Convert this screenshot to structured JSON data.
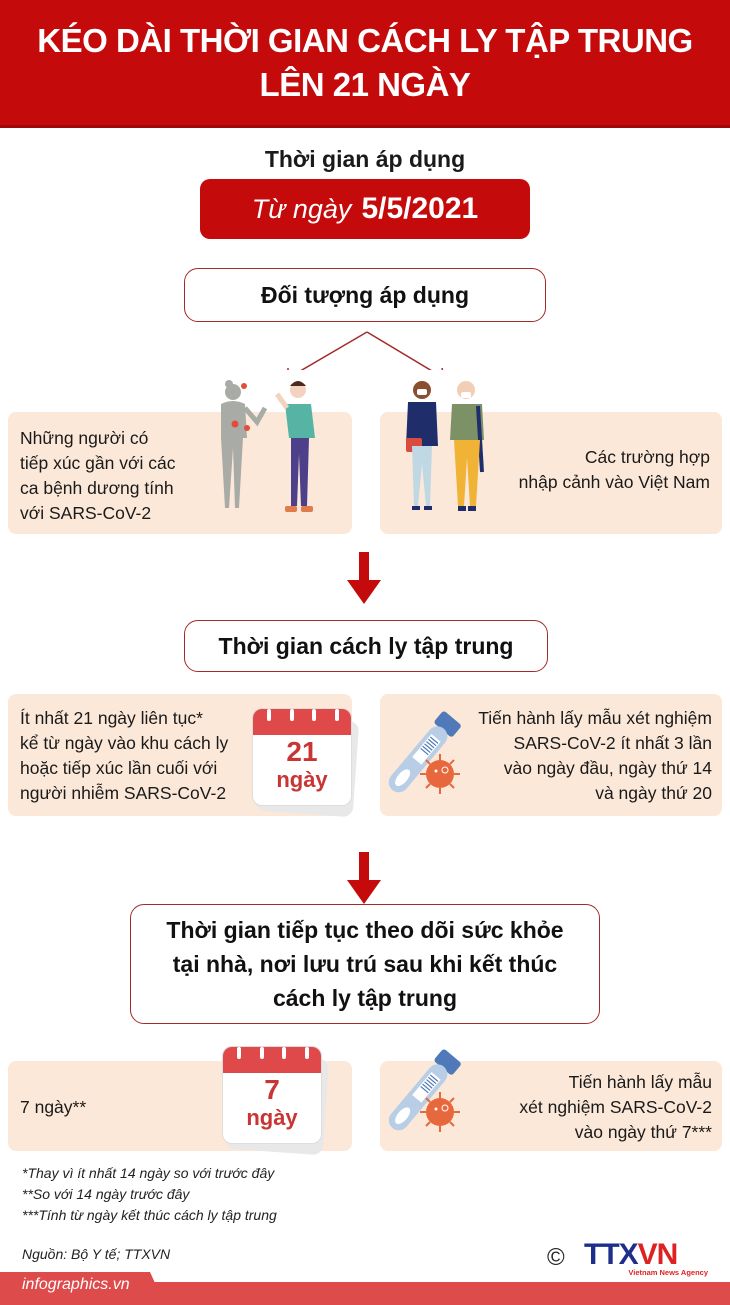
{
  "header": {
    "title_line1": "KÉO DÀI THỜI GIAN CÁCH LY TẬP TRUNG",
    "title_line2": "LÊN 21 NGÀY"
  },
  "application": {
    "label": "Thời gian áp dụng",
    "from_text": "Từ ngày",
    "date": "5/5/2021"
  },
  "target_section": {
    "title": "Đối tượng áp dụng",
    "left": {
      "lines": [
        "Những người có",
        "tiếp xúc gần với các",
        "ca bệnh dương tính",
        "với SARS-CoV-2"
      ],
      "illustration": "contact-people-illustration"
    },
    "right": {
      "lines": [
        "Các trường hợp",
        "nhập cảnh vào Việt Nam"
      ],
      "illustration": "travelers-illustration"
    }
  },
  "quarantine_section": {
    "title": "Thời gian cách ly tập trung",
    "left": {
      "lines": [
        "Ít nhất 21 ngày liên tục*",
        "kể từ ngày vào khu cách ly",
        "hoặc tiếp xúc lần cuối với",
        "người nhiễm SARS-CoV-2"
      ],
      "calendar_number": "21",
      "calendar_unit": "ngày"
    },
    "right": {
      "lines": [
        "Tiến hành lấy mẫu xét nghiệm",
        "SARS-CoV-2 ít nhất 3 lần",
        "vào ngày đầu, ngày thứ 14",
        "và ngày thứ 20"
      ]
    }
  },
  "followup_section": {
    "title_lines": [
      "Thời gian tiếp tục theo dõi sức khỏe",
      "tại nhà, nơi lưu trú sau khi kết thúc",
      "cách ly tập trung"
    ],
    "left": {
      "text": "7 ngày**",
      "calendar_number": "7",
      "calendar_unit": "ngày"
    },
    "right": {
      "lines": [
        "Tiến hành lấy mẫu",
        "xét nghiệm SARS-CoV-2",
        "vào ngày thứ 7***"
      ]
    }
  },
  "notes": [
    "*Thay vì ít nhất 14 ngày so với trước đây",
    "**So với 14 ngày trước đây",
    "***Tính từ ngày kết thúc cách ly tập trung"
  ],
  "source": "Nguồn: Bộ Y tế; TTXVN",
  "footer": {
    "site": "infographics.vn",
    "copyright_symbol": "©",
    "logo_text_main": "TTX",
    "logo_text_accent": "VN",
    "logo_tagline": "Vietnam News Agency"
  },
  "colors": {
    "primary_red": "#c40a0a",
    "panel_beige": "#fbe8d8",
    "outline_red": "#a52a2a",
    "calendar_red": "#e0494a",
    "footer_red": "#de4b4b",
    "logo_blue": "#1f2e8a"
  }
}
